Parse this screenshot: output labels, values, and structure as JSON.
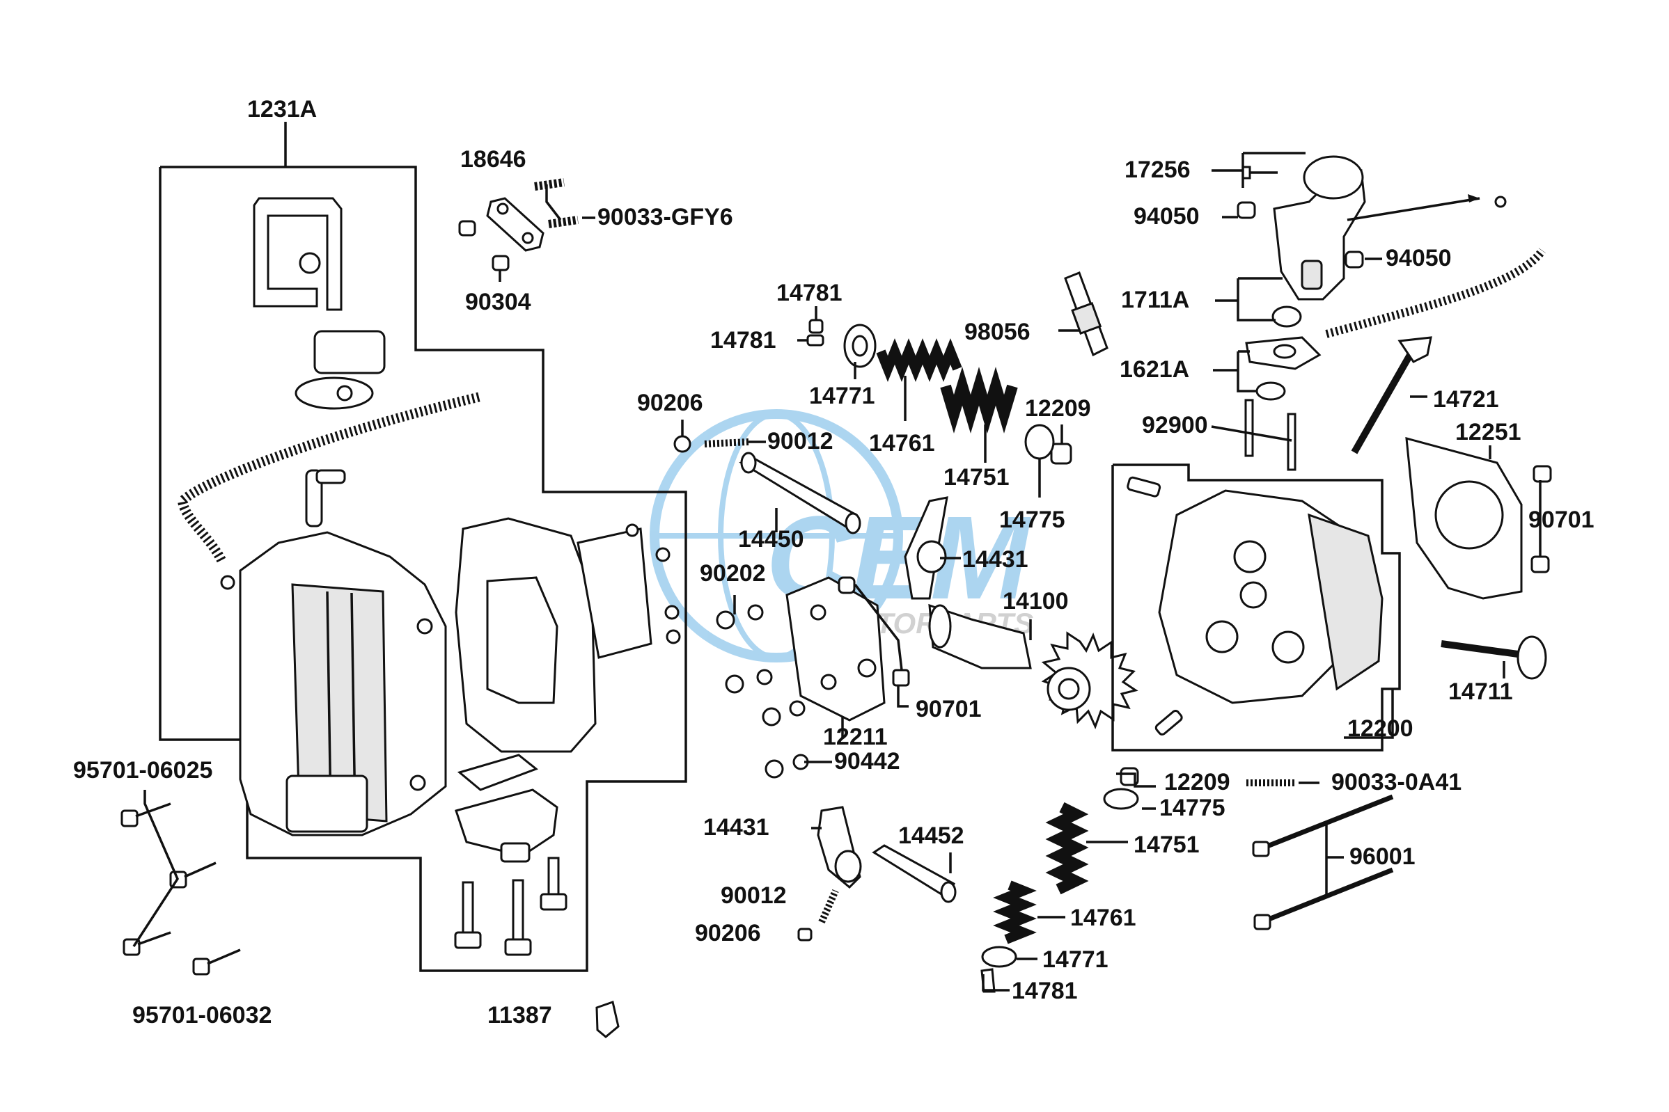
{
  "watermark": {
    "brand": "CEM",
    "sub": "MOTORPARTS",
    "color": "#4aa3df"
  },
  "labels": {
    "l_1231A": "1231A",
    "l_18646": "18646",
    "l_90033_GFY6": "90033-GFY6",
    "l_90304": "90304",
    "l_95701_06025": "95701-06025",
    "l_95701_06032": "95701-06032",
    "l_11387": "11387",
    "l_14781_top": "14781",
    "l_14781_top2": "14781",
    "l_14771_top": "14771",
    "l_14761_top": "14761",
    "l_14751_top": "14751",
    "l_98056": "98056",
    "l_12209_top": "12209",
    "l_14775_top": "14775",
    "l_90206_top": "90206",
    "l_90012_top": "90012",
    "l_14450": "14450",
    "l_14431_top": "14431",
    "l_90202": "90202",
    "l_14100": "14100",
    "l_12211": "12211",
    "l_90701_mid": "90701",
    "l_90442": "90442",
    "l_14431_bot": "14431",
    "l_14452": "14452",
    "l_90012_bot": "90012",
    "l_90206_bot": "90206",
    "l_17256": "17256",
    "l_94050_a": "94050",
    "l_94050_b": "94050",
    "l_1711A": "1711A",
    "l_1621A": "1621A",
    "l_92900": "92900",
    "l_14721": "14721",
    "l_12251": "12251",
    "l_90701_right": "90701",
    "l_14711": "14711",
    "l_12200": "12200",
    "l_12209_bot": "12209",
    "l_14775_bot": "14775",
    "l_90033_0A41": "90033-0A41",
    "l_14751_bot": "14751",
    "l_96001": "96001",
    "l_14761_bot": "14761",
    "l_14771_bot": "14771",
    "l_14781_bot": "14781"
  }
}
